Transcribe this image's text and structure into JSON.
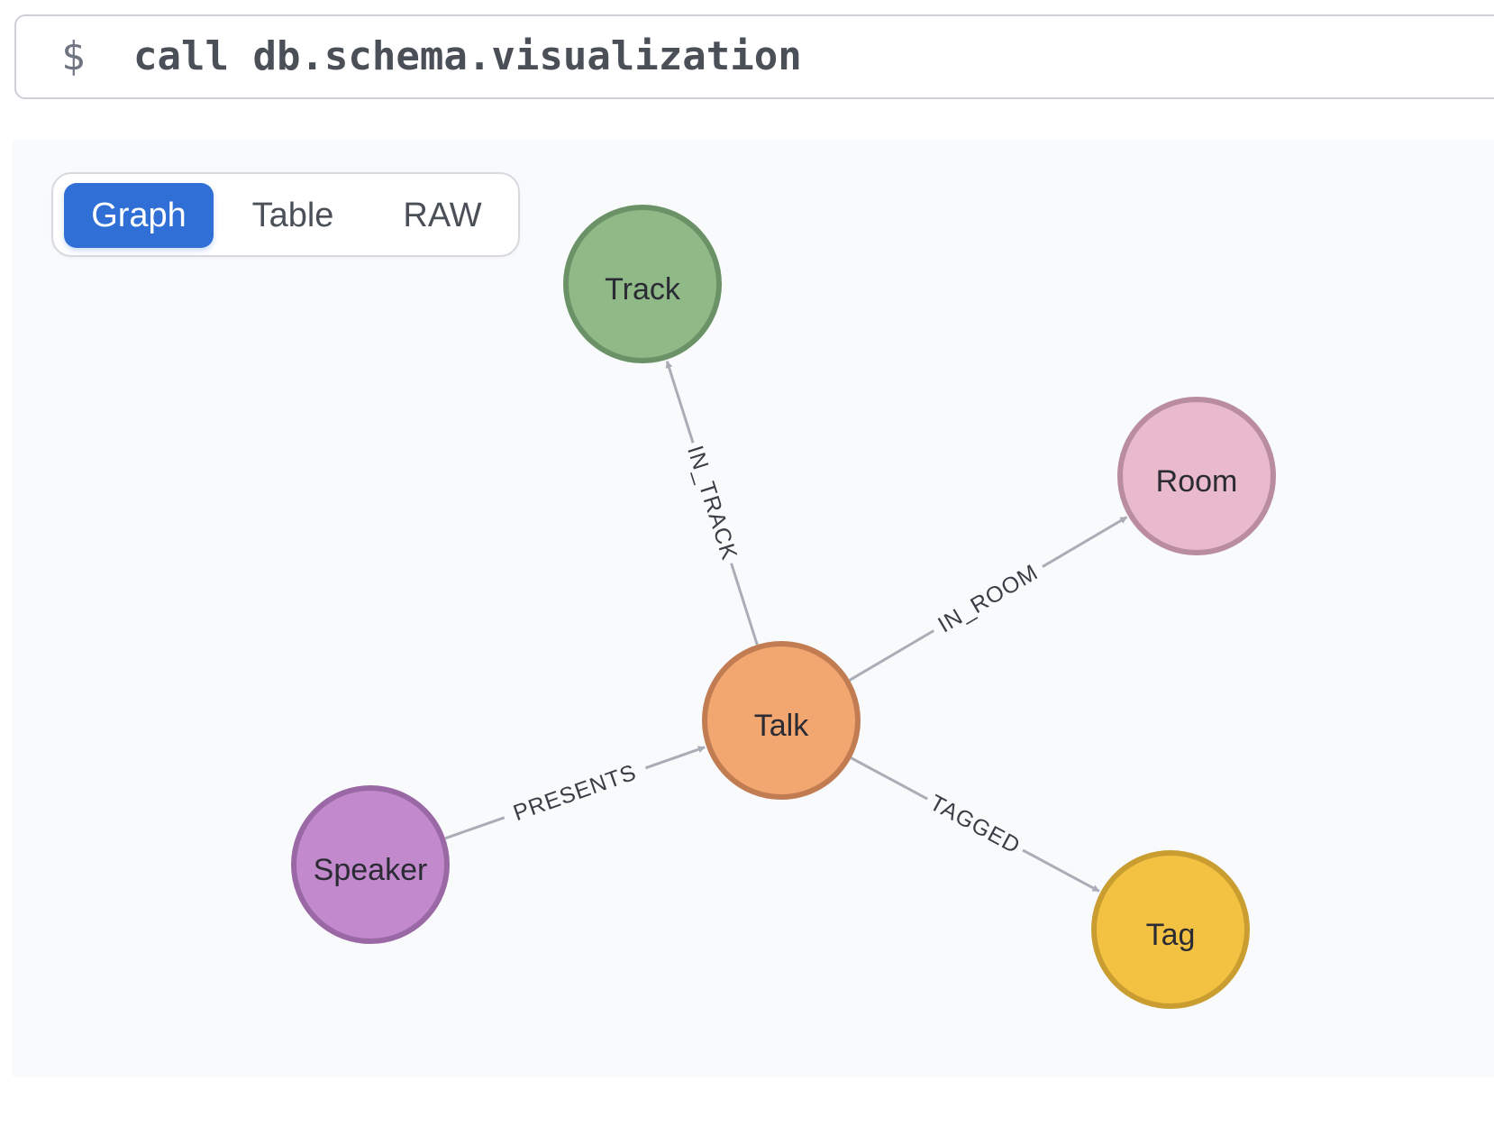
{
  "command": {
    "prompt": "$",
    "text": "call db.schema.visualization"
  },
  "view_toggle": {
    "tabs": [
      {
        "label": "Graph",
        "active": true
      },
      {
        "label": "Table",
        "active": false
      },
      {
        "label": "RAW",
        "active": false
      }
    ],
    "accent_color": "#2f6fd6"
  },
  "graph": {
    "nodes": [
      {
        "id": "track",
        "label": "Track",
        "fill": "#8fba88",
        "stroke": "#6b9266"
      },
      {
        "id": "room",
        "label": "Room",
        "fill": "#e8bacb",
        "stroke": "#b98d9d"
      },
      {
        "id": "talk",
        "label": "Talk",
        "fill": "#f2a670",
        "stroke": "#c17c52"
      },
      {
        "id": "speaker",
        "label": "Speaker",
        "fill": "#c289cd",
        "stroke": "#9a68a5"
      },
      {
        "id": "tag",
        "label": "Tag",
        "fill": "#f4c242",
        "stroke": "#c99d30"
      }
    ],
    "relationships": [
      {
        "from": "talk",
        "to": "track",
        "label": "IN_TRACK"
      },
      {
        "from": "talk",
        "to": "room",
        "label": "IN_ROOM"
      },
      {
        "from": "speaker",
        "to": "talk",
        "label": "PRESENTS"
      },
      {
        "from": "talk",
        "to": "tag",
        "label": "TAGGED"
      }
    ],
    "edge_color": "#a9adb6"
  }
}
